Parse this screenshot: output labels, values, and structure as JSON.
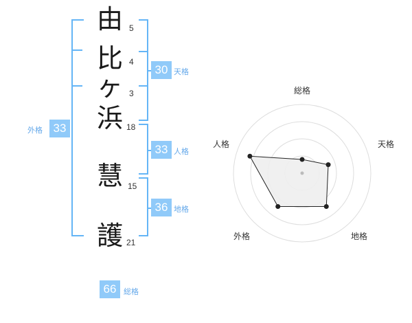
{
  "name": {
    "characters": [
      {
        "char": "由",
        "strokes": "5"
      },
      {
        "char": "比",
        "strokes": "4"
      },
      {
        "char": "ヶ",
        "strokes": "3"
      },
      {
        "char": "浜",
        "strokes": "18"
      },
      {
        "char": "慧",
        "strokes": "15"
      },
      {
        "char": "護",
        "strokes": "21"
      }
    ]
  },
  "kakusu": {
    "tenkaku": {
      "value": "30",
      "label": "天格"
    },
    "jinkaku": {
      "value": "33",
      "label": "人格"
    },
    "chikaku": {
      "value": "36",
      "label": "地格"
    },
    "gaikaku": {
      "value": "33",
      "label": "外格"
    },
    "soukaku": {
      "value": "66",
      "label": "総格"
    }
  },
  "chart_data": {
    "type": "radar",
    "axes": [
      "総格",
      "天格",
      "地格",
      "外格",
      "人格"
    ],
    "rings": 4,
    "values": [
      1,
      2,
      3,
      3,
      4
    ],
    "max": 5,
    "colors": {
      "fill": "#eeeeee",
      "stroke": "#222222",
      "grid": "#dddddd",
      "accent": "#90caf9"
    }
  }
}
